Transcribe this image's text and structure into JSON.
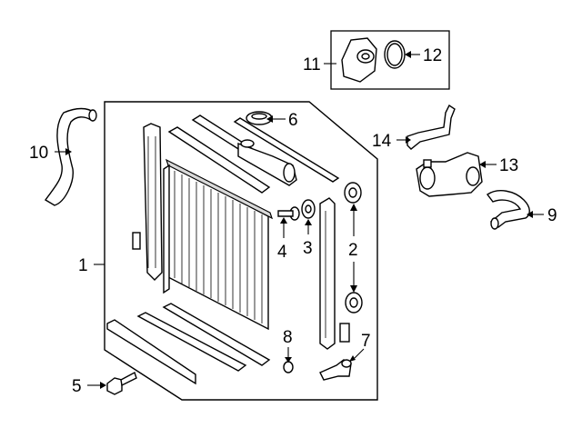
{
  "diagram": {
    "colors": {
      "line": "#000000",
      "background": "#ffffff",
      "shade": "#d9d9d9"
    },
    "callouts": [
      {
        "id": "1",
        "text": "1",
        "part": "radiator-assembly"
      },
      {
        "id": "2",
        "text": "2",
        "part": "radiator-mount-cushions"
      },
      {
        "id": "3",
        "text": "3",
        "part": "washer"
      },
      {
        "id": "4",
        "text": "4",
        "part": "bolt-pin"
      },
      {
        "id": "5",
        "text": "5",
        "part": "mounting-bolt"
      },
      {
        "id": "6",
        "text": "6",
        "part": "radiator-cap"
      },
      {
        "id": "7",
        "text": "7",
        "part": "drain-cock"
      },
      {
        "id": "8",
        "text": "8",
        "part": "o-ring"
      },
      {
        "id": "9",
        "text": "9",
        "part": "lower-hose"
      },
      {
        "id": "10",
        "text": "10",
        "part": "upper-hose"
      },
      {
        "id": "11",
        "text": "11",
        "part": "thermostat"
      },
      {
        "id": "12",
        "text": "12",
        "part": "thermostat-gasket"
      },
      {
        "id": "13",
        "text": "13",
        "part": "water-outlet-housing"
      },
      {
        "id": "14",
        "text": "14",
        "part": "bypass-pipe"
      }
    ]
  }
}
